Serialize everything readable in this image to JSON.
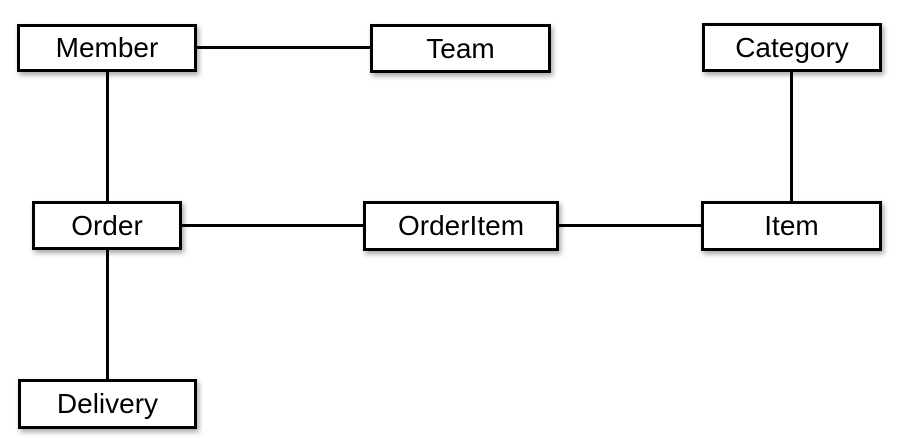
{
  "diagram": {
    "nodes": {
      "member": {
        "label": "Member"
      },
      "team": {
        "label": "Team"
      },
      "category": {
        "label": "Category"
      },
      "order": {
        "label": "Order"
      },
      "orderitem": {
        "label": "OrderItem"
      },
      "item": {
        "label": "Item"
      },
      "delivery": {
        "label": "Delivery"
      }
    },
    "edges": [
      {
        "from": "Member",
        "to": "Team"
      },
      {
        "from": "Member",
        "to": "Order"
      },
      {
        "from": "Category",
        "to": "Item"
      },
      {
        "from": "Order",
        "to": "OrderItem"
      },
      {
        "from": "OrderItem",
        "to": "Item"
      },
      {
        "from": "Order",
        "to": "Delivery"
      }
    ],
    "colors": {
      "background": "#ffffff",
      "box_fill": "#ffffff",
      "box_border": "#000000",
      "edge_line": "#000000",
      "text": "#000000"
    }
  }
}
